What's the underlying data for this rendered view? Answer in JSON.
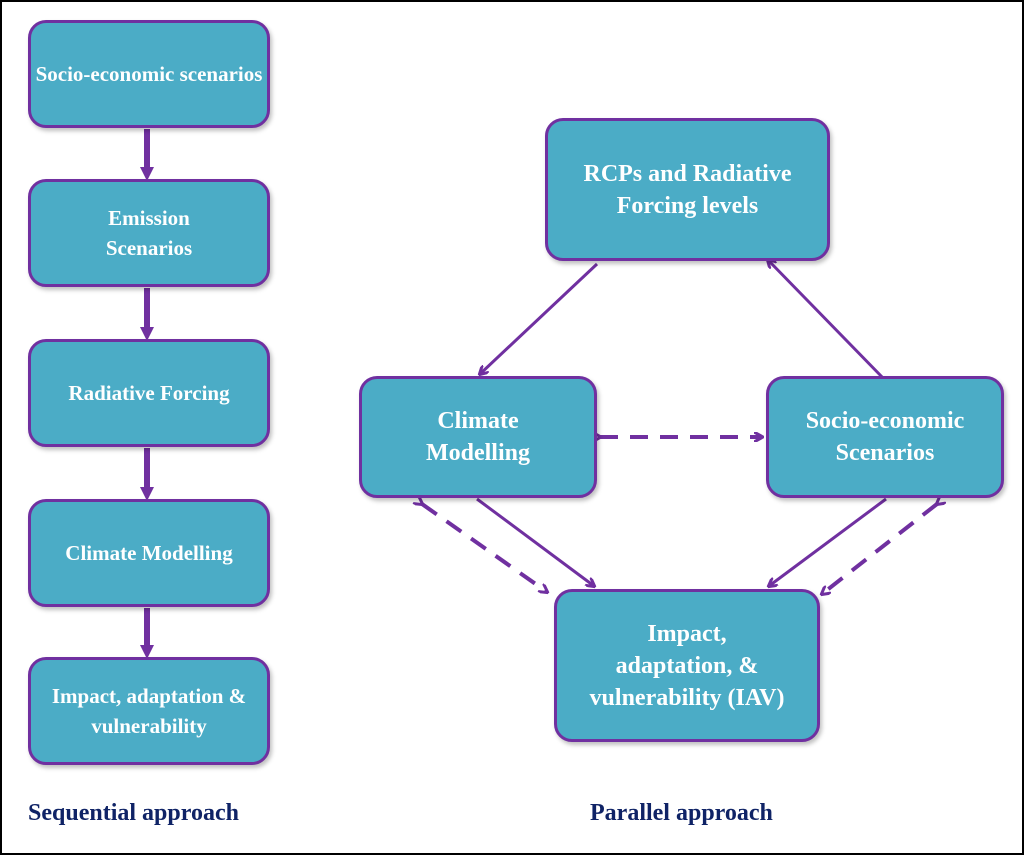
{
  "sequential": {
    "caption": "Sequential approach",
    "steps": [
      "Socio-economic scenarios",
      "Emission Scenarios",
      "Radiative Forcing",
      "Climate Modelling",
      "Impact, adaptation & vulnerability"
    ]
  },
  "parallel": {
    "caption": "Parallel approach",
    "nodes": {
      "rcp": "RCPs and Radiative Forcing levels",
      "climate": "Climate Modelling",
      "socio": "Socio-economic Scenarios",
      "iav": "Impact, adaptation, & vulnerability (IAV)"
    }
  },
  "colors": {
    "box_fill": "#4bacc6",
    "box_border": "#7030a0",
    "arrow": "#7030a0",
    "caption": "#0f2366"
  }
}
